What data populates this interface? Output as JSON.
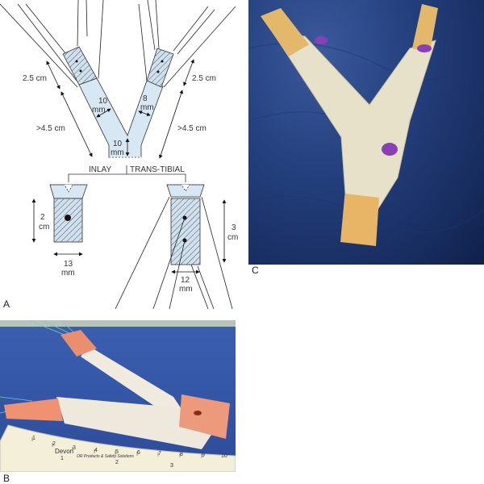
{
  "figure": {
    "panel_labels": {
      "a": "A",
      "b": "B",
      "c": "C"
    },
    "diagram": {
      "left_upper_length": "2.5 cm",
      "left_lower_length": ">4.5 cm",
      "right_upper_length": "2.5 cm",
      "right_lower_length": ">4.5 cm",
      "left_width_num": "10",
      "left_width_unit": "mm",
      "right_width_num": "8",
      "right_width_unit": "mm",
      "stem_num": "10",
      "stem_unit": "mm",
      "inlay_label": "INLAY",
      "transtibial_label": "TRANS-TIBIAL",
      "inlay_height_num": "2",
      "inlay_height_unit": "cm",
      "inlay_width_num": "13",
      "inlay_width_unit": "mm",
      "tt_height_num": "3",
      "tt_height_unit": "cm",
      "tt_width_num": "12",
      "tt_width_unit": "mm"
    },
    "photo_b": {
      "tape_brand": "Devon",
      "tape_subtitle": "OR Products & Safety Solutions",
      "tape_top_ticks": [
        "1",
        "2",
        "3",
        "4",
        "5",
        "6",
        "7",
        "8",
        "9",
        "10"
      ],
      "tape_bottom_ticks": [
        "1",
        "2",
        "3"
      ]
    }
  }
}
